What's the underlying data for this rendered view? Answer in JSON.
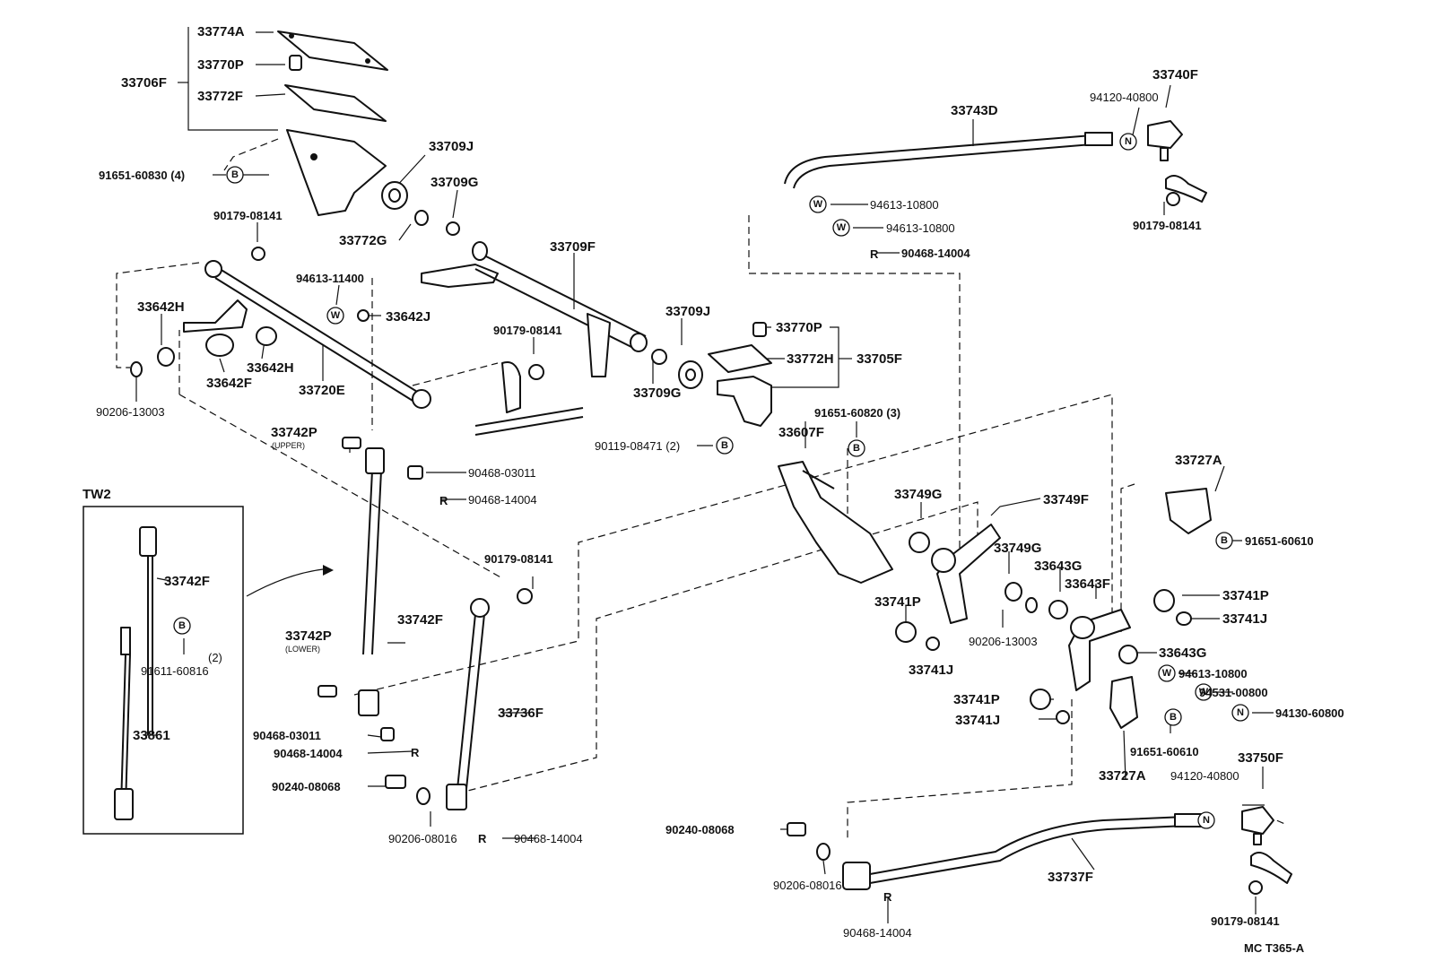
{
  "diagram": {
    "footer_code": "MC  T365-A",
    "inset_title": "TW2",
    "symbols": {
      "bolt": "B",
      "washer": "W",
      "nut": "N",
      "pin": "R"
    },
    "labels": {
      "p33774A": "33774A",
      "p33770P_top": "33770P",
      "p33706F": "33706F",
      "p33772F": "33772F",
      "p91651_60830": "91651-60830 (4)",
      "p33709J_top": "33709J",
      "p33709G_top": "33709G",
      "p33772G": "33772G",
      "p90179_08141_a": "90179-08141",
      "p33709F": "33709F",
      "p94613_11400": "94613-11400",
      "p33642J": "33642J",
      "p33642H_a": "33642H",
      "p33642H_b": "33642H",
      "p33642F": "33642F",
      "p33720E": "33720E",
      "p90206_13003_a": "90206-13003",
      "p90179_08141_b": "90179-08141",
      "p33709J_mid": "33709J",
      "p33709G_mid": "33709G",
      "p33770P_mid": "33770P",
      "p33772H": "33772H",
      "p33705F": "33705F",
      "p90119_08471": "90119-08471  (2)",
      "p33743D": "33743D",
      "p94120_40800_a": "94120-40800",
      "p33740F": "33740F",
      "p94613_10800_a": "94613-10800",
      "p94613_10800_b": "94613-10800",
      "p90468_14004_a": "90468-14004",
      "p90179_08141_c": "90179-08141",
      "p33742P_upper": "33742P",
      "upper_note": "(UPPER)",
      "p90468_03011_a": "90468-03011",
      "p90468_14004_b": "90468-14004",
      "p91651_60820": "91651-60820 (3)",
      "p33607F": "33607F",
      "p33749G_a": "33749G",
      "p33749F": "33749F",
      "p33727A_top": "33727A",
      "p91651_60610_a": "91651-60610",
      "p33742F_inset": "33742F",
      "p91611_60816": "91611-60816",
      "p91611_qty": "(2)",
      "p33861": "33861",
      "p90179_08141_d": "90179-08141",
      "p33742F": "33742F",
      "p33742P_lower": "33742P",
      "lower_note": "(LOWER)",
      "p33749G_b": "33749G",
      "p33643G_a": "33643G",
      "p33643F": "33643F",
      "p33741P_a": "33741P",
      "p33741J_a": "33741J",
      "p33741P_b": "33741P",
      "p90206_13003_b": "90206-13003",
      "p33741J_b": "33741J",
      "p33643G_b": "33643G",
      "p94613_10800_c": "94613-10800",
      "p94531_00800": "94531-00800",
      "p94130_60800": "94130-60800",
      "p33736F": "33736F",
      "p33741P_c": "33741P",
      "p33741J_c": "33741J",
      "p90468_03011_b": "90468-03011",
      "p90468_14004_c": "90468-14004",
      "p91651_60610_b": "91651-60610",
      "p90240_08068_a": "90240-08068",
      "p33727A_bot": "33727A",
      "p33750F": "33750F",
      "p94120_40800_b": "94120-40800",
      "p90206_08016_a": "90206-08016",
      "p90468_14004_d": "90468-14004",
      "p90240_08068_b": "90240-08068",
      "p90206_08016_b": "90206-08016",
      "p33737F": "33737F",
      "p90468_14004_e": "90468-14004",
      "p90179_08141_e": "90179-08141"
    }
  }
}
